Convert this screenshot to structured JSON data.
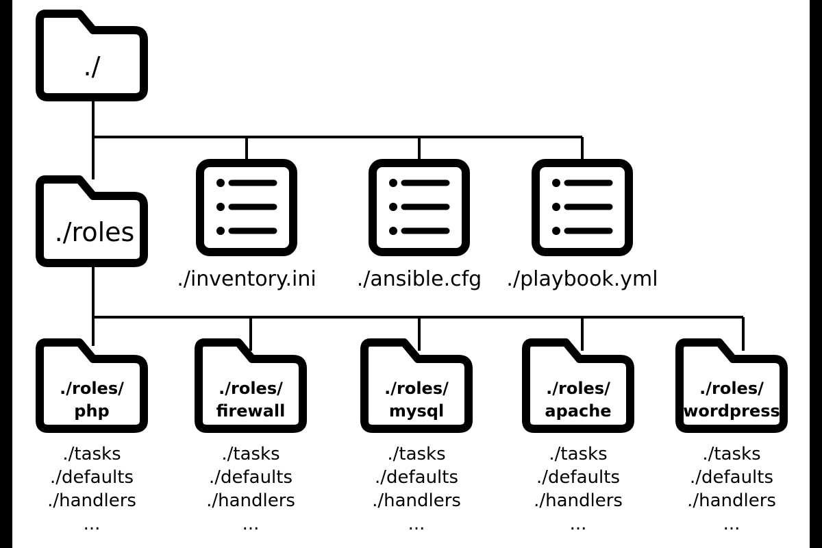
{
  "colors": {
    "background": "#ffffff",
    "frame": "#000000",
    "stroke": "#000000"
  },
  "root": {
    "label": "./",
    "icon": "folder-icon"
  },
  "roles_folder": {
    "label": "./roles",
    "icon": "folder-icon"
  },
  "files": [
    {
      "label": "./inventory.ini",
      "icon": "list-document-icon"
    },
    {
      "label": "./ansible.cfg",
      "icon": "list-document-icon"
    },
    {
      "label": "./playbook.yml",
      "icon": "list-document-icon"
    }
  ],
  "roles": [
    {
      "line1": "./roles/",
      "line2": "php",
      "icon": "folder-icon",
      "contents": [
        "./tasks",
        "./defaults",
        "./handlers",
        "..."
      ]
    },
    {
      "line1": "./roles/",
      "line2": "firewall",
      "icon": "folder-icon",
      "contents": [
        "./tasks",
        "./defaults",
        "./handlers",
        "..."
      ]
    },
    {
      "line1": "./roles/",
      "line2": "mysql",
      "icon": "folder-icon",
      "contents": [
        "./tasks",
        "./defaults",
        "./handlers",
        "..."
      ]
    },
    {
      "line1": "./roles/",
      "line2": "apache",
      "icon": "folder-icon",
      "contents": [
        "./tasks",
        "./defaults",
        "./handlers",
        "..."
      ]
    },
    {
      "line1": "./roles/",
      "line2": "wordpress",
      "icon": "folder-icon",
      "contents": [
        "./tasks",
        "./defaults",
        "./handlers",
        "..."
      ]
    }
  ]
}
